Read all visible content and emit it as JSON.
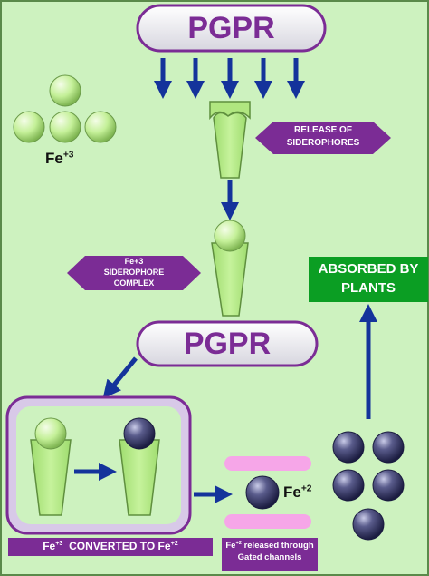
{
  "top_organism": {
    "label": "PGPR"
  },
  "middle_organism": {
    "label": "PGPR"
  },
  "release_label": {
    "line1": "RELEASE OF",
    "line2": "SIDEROPHORES"
  },
  "complex_label": {
    "line1": "Fe+3",
    "line2": "SIDEROPHORE",
    "line3": "COMPLEX"
  },
  "iron_ferric": {
    "base": "Fe",
    "charge": "+3"
  },
  "iron_ferrous": {
    "base": "Fe",
    "charge": "+2"
  },
  "absorbed_label": {
    "line1": "ABSORBED BY",
    "line2": "PLANTS"
  },
  "conversion_label": {
    "prefix": "Fe",
    "from_charge": "+3",
    "middle": "  CONVERTED TO Fe",
    "to_charge": "+2"
  },
  "release_channels_label": {
    "prefix": "Fe",
    "charge": "+2",
    "line1_rest": " released through",
    "line2": "Gated channels"
  },
  "colors": {
    "background": "#cdf2bf",
    "arrow": "#14339b",
    "purple": "#7b2c95",
    "green_box": "#0b9e23",
    "siderophore": "#b8ec8c",
    "iron3": "#c4f098",
    "iron2": "#3a3b6a",
    "pink": "#f6a6e8"
  }
}
